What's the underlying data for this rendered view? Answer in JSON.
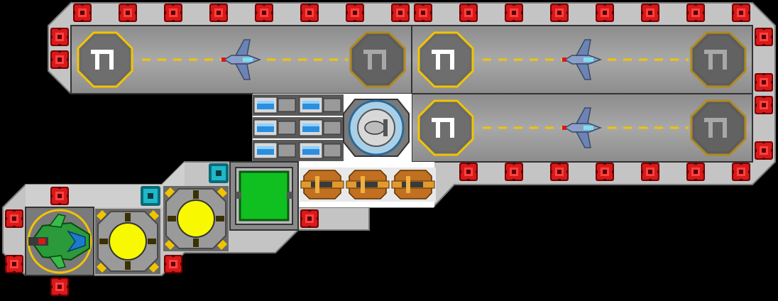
{
  "game": {
    "view": "ship-layout",
    "colors": {
      "background": "#000000",
      "hull": "#c4c4c4",
      "hull_dark": "#8a8a8a",
      "deck": "#9a9a9a",
      "deck_stripe": "#b0b0b0",
      "red_module": "#d61a1a",
      "runway_dash": "#f2c400",
      "pad_ring": "#f2c400",
      "cyan_module": "#1fb8c8",
      "green_room": "#10c020",
      "yellow_reactor": "#f8f800",
      "orange_gun": "#e08a20",
      "blue_battery": "#2a8fe0"
    },
    "hangar_bays": [
      {
        "id": "bay-top-left",
        "landing_pad_mark": "T|",
        "exit_pad_mark": "T|"
      },
      {
        "id": "bay-top-right",
        "landing_pad_mark": "T|",
        "exit_pad_mark": "T|"
      },
      {
        "id": "bay-middle-right",
        "landing_pad_mark": "T|",
        "exit_pad_mark": "T|"
      }
    ],
    "fighters_docked": 3,
    "batteries": 6,
    "turrets": 3,
    "reactors": 2,
    "icons": {
      "red_module": "armor-node-icon",
      "fighter": "fighter-ship-icon",
      "reactor": "reactor-core-icon",
      "turret": "turret-gun-icon",
      "battery": "battery-cell-icon",
      "shield": "shield-generator-icon",
      "bridge": "command-bridge-icon",
      "cyan": "sensor-node-icon"
    }
  }
}
